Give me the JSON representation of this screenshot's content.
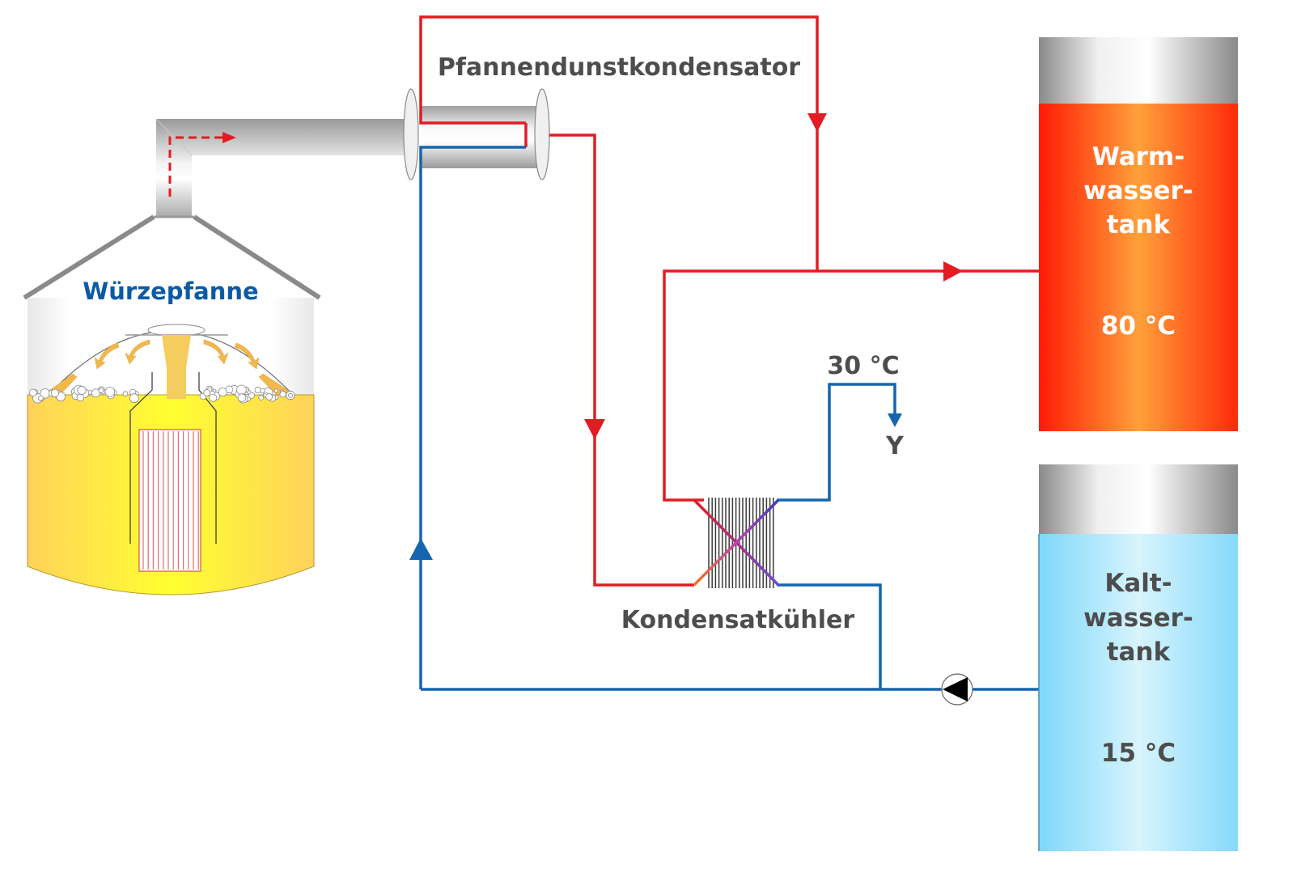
{
  "title": "Pfannendunstkondensator Wärmerückgewinnung",
  "colors": {
    "hot_line": "#e31b23",
    "cold_line": "#1565b0",
    "label_grey": "#4d4d4d",
    "label_blue": "#0c5aa6",
    "warm_tank": "#ff5a1a",
    "cold_tank": "#9fe1fa",
    "wort": "#ffe44a"
  },
  "components": {
    "kettle": {
      "label": "Würzepfanne"
    },
    "vapor_condenser": {
      "label": "Pfannendunstkondensator"
    },
    "condensate_cooler": {
      "label": "Kondensatkühler"
    },
    "warm_tank": {
      "line1": "Warm-",
      "line2": "wasser-",
      "line3": "tank",
      "temperature": "80 °C"
    },
    "cold_tank": {
      "line1": "Kalt-",
      "line2": "wasser-",
      "line3": "tank",
      "temperature": "15 °C"
    },
    "outlet": {
      "temperature": "30 °C",
      "marker": "Y"
    }
  },
  "flows": [
    {
      "name": "vapor",
      "from": "Würzepfanne",
      "to": "Pfannendunstkondensator",
      "style": "dashed-red"
    },
    {
      "name": "hot-water-bypass",
      "from": "Pfannendunstkondensator",
      "to": "Warmwassertank",
      "style": "red"
    },
    {
      "name": "condensate",
      "from": "Pfannendunstkondensator",
      "to": "Kondensatkühler",
      "style": "red"
    },
    {
      "name": "cooled-condensate",
      "from": "Kondensatkühler",
      "to": "Y",
      "temperature": "30 °C",
      "style": "blue"
    },
    {
      "name": "cold-water",
      "from": "Kaltwassertank",
      "to": "Pfannendunstkondensator",
      "via": "pump",
      "style": "blue"
    },
    {
      "name": "cold-water-branch",
      "from": "Kaltwassertank",
      "to": "Kondensatkühler",
      "style": "blue"
    },
    {
      "name": "heated-water",
      "from": "Kondensatkühler",
      "to": "Warmwassertank",
      "style": "red"
    }
  ]
}
